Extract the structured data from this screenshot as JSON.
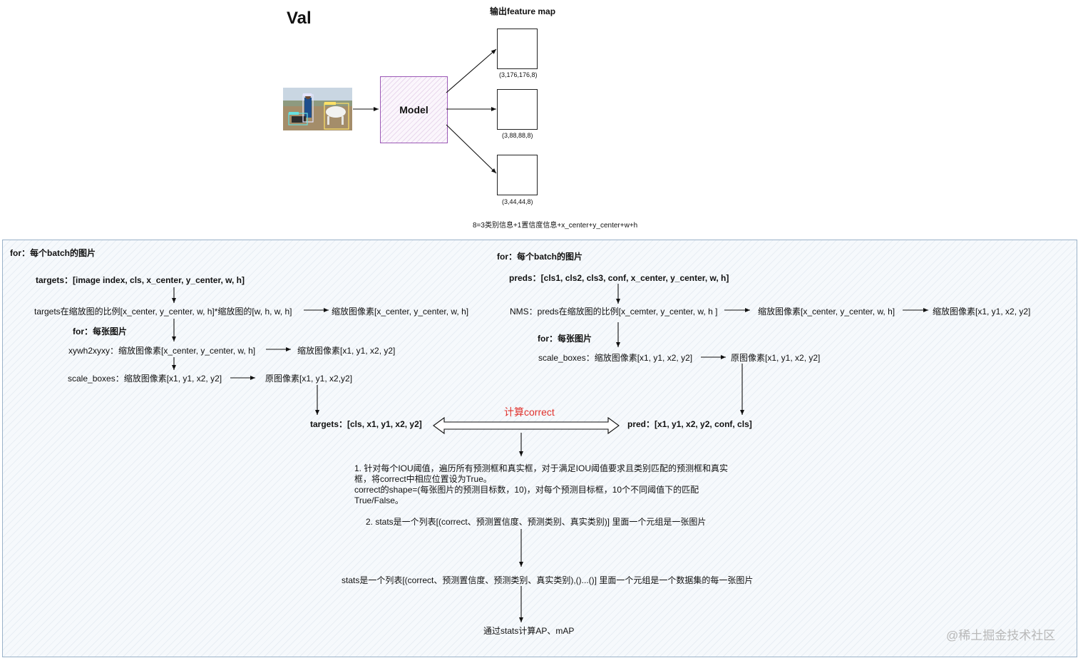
{
  "header": {
    "title": "Val",
    "output_label": "输出feature map",
    "model_label": "Model",
    "feature_maps": [
      "(3,176,176,8)",
      "(3,88,88,8)",
      "(3,44,44,8)"
    ],
    "note": "8=3类别信息+1置信度信息+x_center+y_center+w+h"
  },
  "left": {
    "loop_batch": "for：每个batch的图片",
    "targets": "targets：[image index, cls, x_center, y_center, w, h]",
    "ratio": "targets在缩放图的比例[x_center, y_center, w, h]*缩放图的[w, h, w, h]",
    "scaled_pixels": "缩放图像素[x_center, y_center, w, h]",
    "loop_image": "for：每张图片",
    "xywh2xyxy": "xywh2xyxy：缩放图像素[x_center, y_center, w, h]",
    "xyxy_pixels": "缩放图像素[x1, y1, x2, y2]",
    "scale_boxes": "scale_boxes：缩放图像素[x1, y1, x2, y2]",
    "orig_pixels": "原图像素[x1, y1, x2,y2]",
    "targets_final": "targets：[cls, x1, y1, x2, y2]"
  },
  "right": {
    "loop_batch": "for：每个batch的图片",
    "preds": "preds：[cls1, cls2, cls3, conf, x_center, y_center, w, h]",
    "nms": "NMS：preds在缩放图的比例[x_cemter, y_center, w, h ]",
    "scaled_pixels": "缩放图像素[x_center, y_center, w, h]",
    "xyxy_pixels": "缩放图像素[x1, y1, x2, y2]",
    "loop_image": "for：每张图片",
    "scale_boxes": "scale_boxes：缩放图像素[x1, y1, x2, y2]",
    "orig_pixels": "原图像素[x1, y1, x2, y2]",
    "pred_final": "pred：[x1, y1, x2, y2, conf, cls]"
  },
  "center": {
    "correct_label": "计算correct",
    "step1_line1": "1. 针对每个IOU阈值，遍历所有预测框和真实框，对于满足IOU阈值要求且类别匹配的预测框和真实框，将correct中相应位置设为True。",
    "step1_line2": "correct的shape=(每张图片的预测目标数，10)，对每个预测目标框，10个不同阈值下的匹配True/False。",
    "step2": "2. stats是一个列表[(correct、预测置信度、预测类别、真实类别)] 里面一个元组是一张图片",
    "stats_all": "stats是一个列表[(correct、预测置信度、预测类别、真实类别),()...()] 里面一个元组是一个数据集的每一张图片",
    "final": "通过stats计算AP、mAP"
  },
  "watermark": "@稀土掘金技术社区",
  "colors": {
    "accent_red": "#e0322d",
    "panel_border": "#9ab2c9",
    "model_border": "#9b59b6"
  }
}
